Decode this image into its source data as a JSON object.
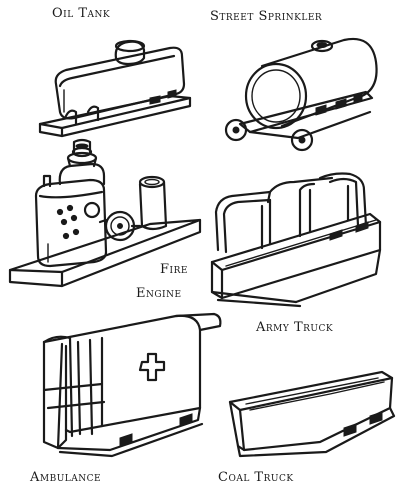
{
  "labels": {
    "oil_tank": "Oil Tank",
    "street_sprinkler": "Street Sprinkler",
    "fire_engine_line1": "Fire",
    "fire_engine_line2": "Engine",
    "army_truck": "Army Truck",
    "ambulance": "Ambulance",
    "coal_truck": "Coal Truck"
  },
  "icons": [
    "oil-tank-drawing",
    "street-sprinkler-drawing",
    "fire-engine-drawing",
    "army-truck-drawing",
    "ambulance-drawing",
    "coal-truck-drawing",
    "red-cross-icon"
  ]
}
